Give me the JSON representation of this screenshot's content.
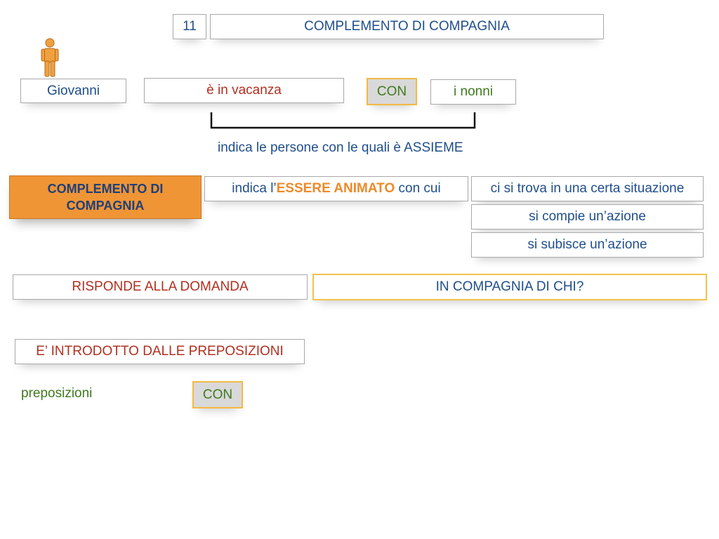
{
  "header": {
    "number": "11",
    "title": "COMPLEMENTO DI COMPAGNIA"
  },
  "example": {
    "subject": "Giovanni",
    "predicate": "è in vacanza",
    "preposition": "CON",
    "complement": "i nonni",
    "explanation": "indica le persone con le quali è ASSIEME"
  },
  "definition": {
    "name_line1": "COMPLEMENTO DI",
    "name_line2": "COMPAGNIA",
    "text_before": "indica l’",
    "text_bold": "ESSERE ANIMATO",
    "text_after": " con cui",
    "options": [
      "ci si trova in una certa situazione",
      "si compie un’azione",
      "si subisce un’azione"
    ]
  },
  "question": {
    "label": "RISPONDE ALLA DOMANDA",
    "value": "IN COMPAGNIA DI CHI?"
  },
  "prepositions": {
    "heading": "E’ INTRODOTTO DALLE PREPOSIZIONI",
    "label": "preposizioni",
    "items": [
      "CON"
    ]
  },
  "colors": {
    "orange": "#ef9535",
    "blue": "#1f4e8c",
    "green": "#3f7a1e",
    "red": "#b03020",
    "yellow": "#f4c24a"
  },
  "icons": {
    "person": "person-icon"
  }
}
